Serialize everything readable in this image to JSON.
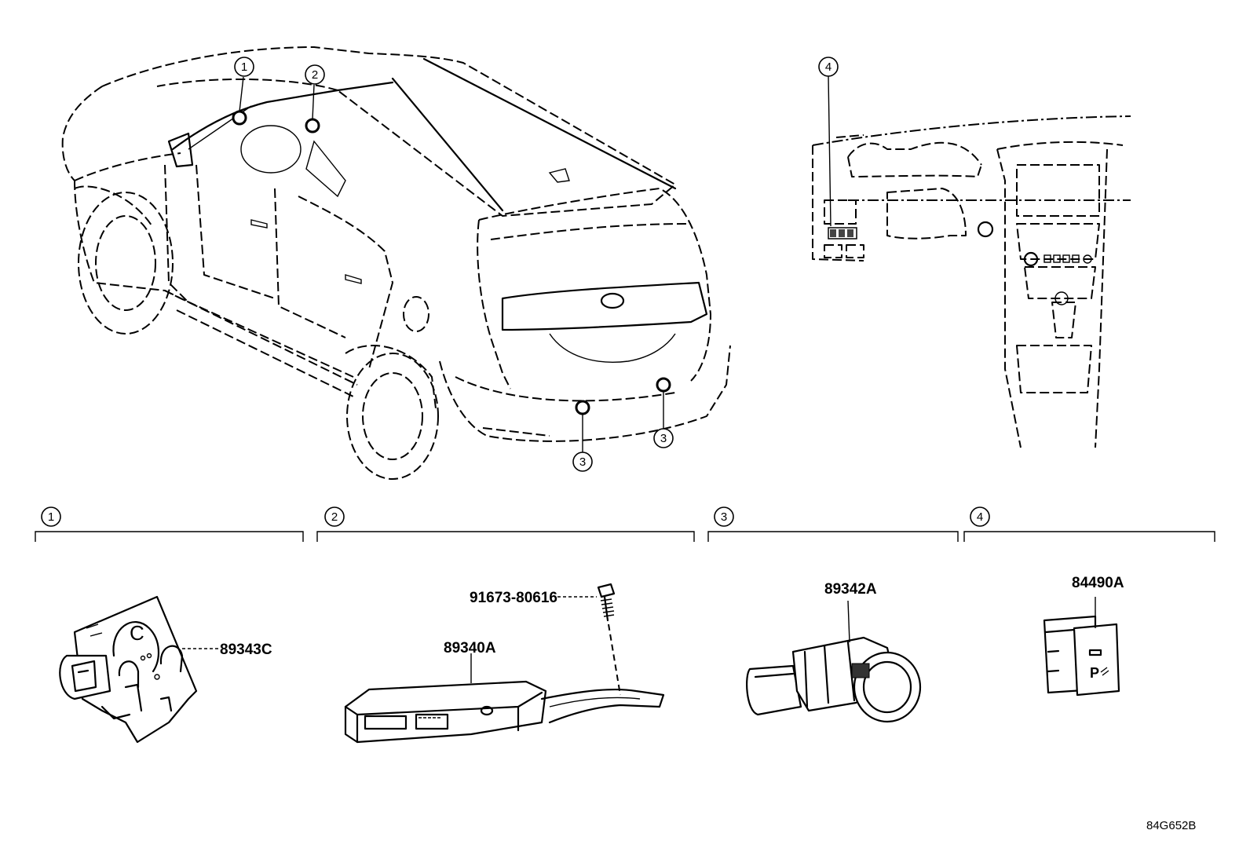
{
  "callouts": [
    {
      "id": "1",
      "label": "1"
    },
    {
      "id": "2",
      "label": "2"
    },
    {
      "id": "3",
      "label": "3"
    },
    {
      "id": "4",
      "label": "4"
    }
  ],
  "sections": [
    {
      "label": "1"
    },
    {
      "label": "2"
    },
    {
      "label": "3"
    },
    {
      "label": "4"
    }
  ],
  "parts": {
    "p89343C": "89343C",
    "p91673": "91673-80616",
    "p89340A": "89340A",
    "p89342A": "89342A",
    "p84490A": "84490A"
  },
  "switch_symbol": "P",
  "reference": "84G652B"
}
